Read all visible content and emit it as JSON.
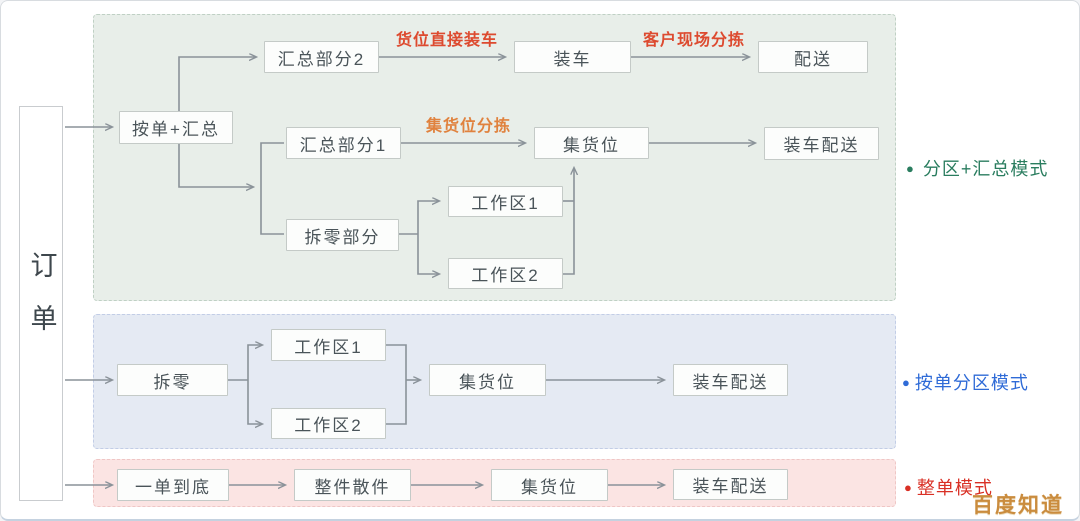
{
  "source": {
    "label": "订单"
  },
  "sections": {
    "green": {
      "mode": {
        "bullet": "●",
        "label": "分区+汇总模式",
        "color": "#2a7d5f"
      },
      "nodes": [
        "按单+汇总",
        "汇总部分2",
        "装车",
        "配送",
        "汇总部分1",
        "集货位",
        "装车配送",
        "拆零部分",
        "工作区1",
        "工作区2"
      ],
      "annotations": [
        {
          "text": "货位直接装车",
          "color": "#dd4a2f"
        },
        {
          "text": "客户现场分拣",
          "color": "#dd4a2f"
        },
        {
          "text": "集货位分拣",
          "color": "#e0823e"
        }
      ]
    },
    "blue": {
      "mode": {
        "bullet": "●",
        "label": "按单分区模式",
        "color": "#2f6bd7"
      },
      "nodes": [
        "拆零",
        "工作区1",
        "工作区2",
        "集货位",
        "装车配送"
      ]
    },
    "pink": {
      "mode": {
        "bullet": "●",
        "label": "整单模式",
        "color": "#d93025"
      },
      "nodes": [
        "一单到底",
        "整件散件",
        "集货位",
        "装车配送"
      ]
    }
  },
  "watermark": {
    "text": "百度知道",
    "color": "#ca8c3e"
  },
  "colors": {
    "green_bg": "#e8eee9",
    "blue_bg": "#e5eaf3",
    "pink_bg": "#fbe4e3",
    "line": "#8a9299",
    "node_border": "#c4cac7",
    "node_text": "#4a5459"
  }
}
